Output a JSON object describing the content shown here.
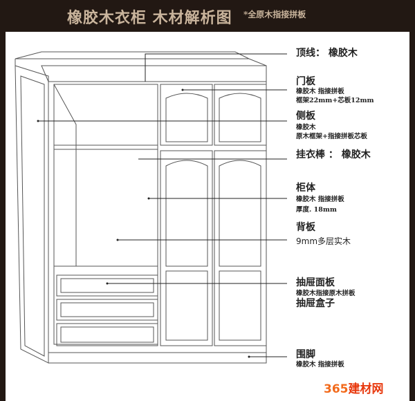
{
  "header": {
    "title": "橡胶木衣柜  木材解析图",
    "subtitle": "*全原木指接拼板"
  },
  "labels": {
    "top_line": "顶线： 橡胶木",
    "door_title": "门板",
    "door_l1": "橡胶木  指接拼板",
    "door_l2": "框架22mm+芯板12mm",
    "side_title": "侧板",
    "side_l1": "橡胶木",
    "side_l2": "原木框架+指接拼板芯板",
    "rod": "挂衣棒 ： 橡胶木",
    "body_title": "柜体",
    "body_l1": "橡胶木  指接拼板",
    "body_l2": "厚度. 18mm",
    "back_title": "背板",
    "back_l1": "9mm多层实木",
    "drawer_title": "抽屉面板",
    "drawer_l1": "橡胶木指接原木拼板",
    "drawer_l2": "抽屉盒子",
    "base_title": "围脚",
    "base_l1": "橡胶木  指接拼板"
  },
  "watermark": {
    "num": "365",
    "text": "建材网",
    "num_color": "#f26a1b",
    "text_color": "#e8380d"
  },
  "colors": {
    "background": "#221813",
    "title": "#c9b49c"
  }
}
